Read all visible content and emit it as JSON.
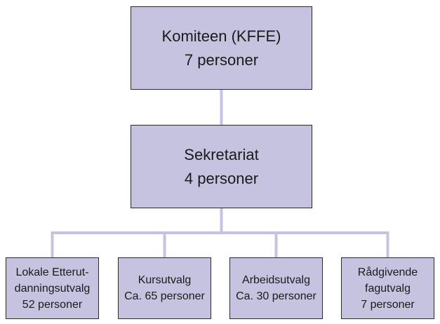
{
  "colors": {
    "box_fill": "#c5c3e0",
    "box_border": "#2a2a2a",
    "connector": "#c5c3e0"
  },
  "diagram": {
    "top": {
      "line1": "Komiteen (KFFE)",
      "line2": "7 personer"
    },
    "middle": {
      "line1": "Sekretariat",
      "line2": "4 personer"
    },
    "children": [
      {
        "line1": "Lokale Etterut-",
        "line2": "danningsutvalg",
        "line3": "52 personer"
      },
      {
        "line1": "Kursutvalg",
        "line2": "Ca. 65 personer"
      },
      {
        "line1": "Arbeidsutvalg",
        "line2": "Ca. 30 personer"
      },
      {
        "line1": "Rådgivende",
        "line2": "fagutvalg",
        "line3": "7 personer"
      }
    ]
  }
}
